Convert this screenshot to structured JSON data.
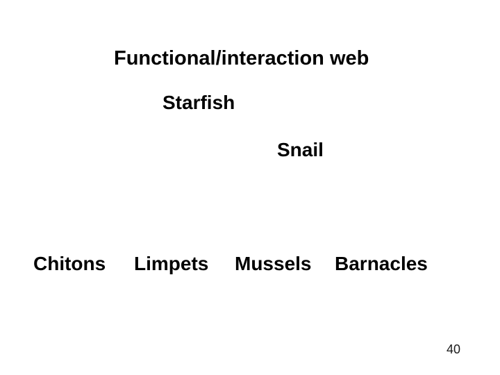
{
  "slide": {
    "title": "Functional/interaction web",
    "labels": {
      "top_predator": "Starfish",
      "secondary_predator": "Snail"
    },
    "prey": [
      "Chitons",
      "Limpets",
      "Mussels",
      "Barnacles"
    ],
    "page_number": "40",
    "colors": {
      "background": "#ffffff",
      "text": "#000000",
      "page_number_text": "#1a1a1a"
    }
  }
}
